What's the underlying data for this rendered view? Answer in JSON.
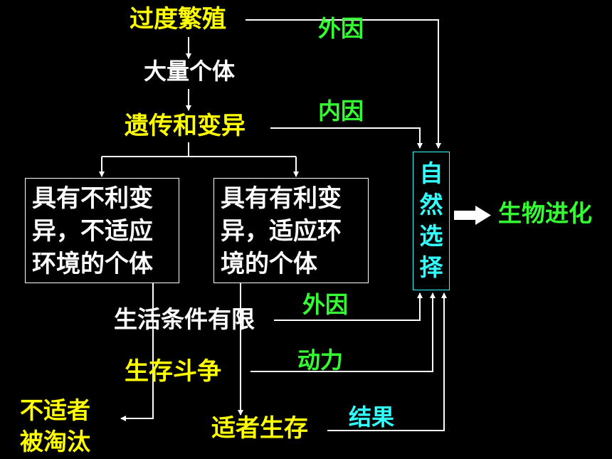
{
  "nodes": {
    "overbreeding": "过度繁殖",
    "many_individuals": "大量个体",
    "heredity_variation": "遗传和变异",
    "unfavorable_box": "具有不利变\n异，不适应\n环境的个体",
    "favorable_box": "具有有利变\n异，适应环\n境的个体",
    "limited_conditions": "生活条件有限",
    "struggle": "生存斗争",
    "eliminated": "不适者\n被淘汰",
    "survival": "适者生存",
    "natural_selection": [
      "自",
      "然",
      "选",
      "择"
    ],
    "evolution": "生物进化"
  },
  "edge_labels": {
    "external_cause_1": "外因",
    "internal_cause": "内因",
    "external_cause_2": "外因",
    "driving_force": "动力",
    "result": "结果"
  },
  "colors": {
    "background": "#000000",
    "key_terms": "#ffff00",
    "plain_terms": "#ffffff",
    "edge_labels": "#33ff33",
    "selection": "#33ffff"
  }
}
